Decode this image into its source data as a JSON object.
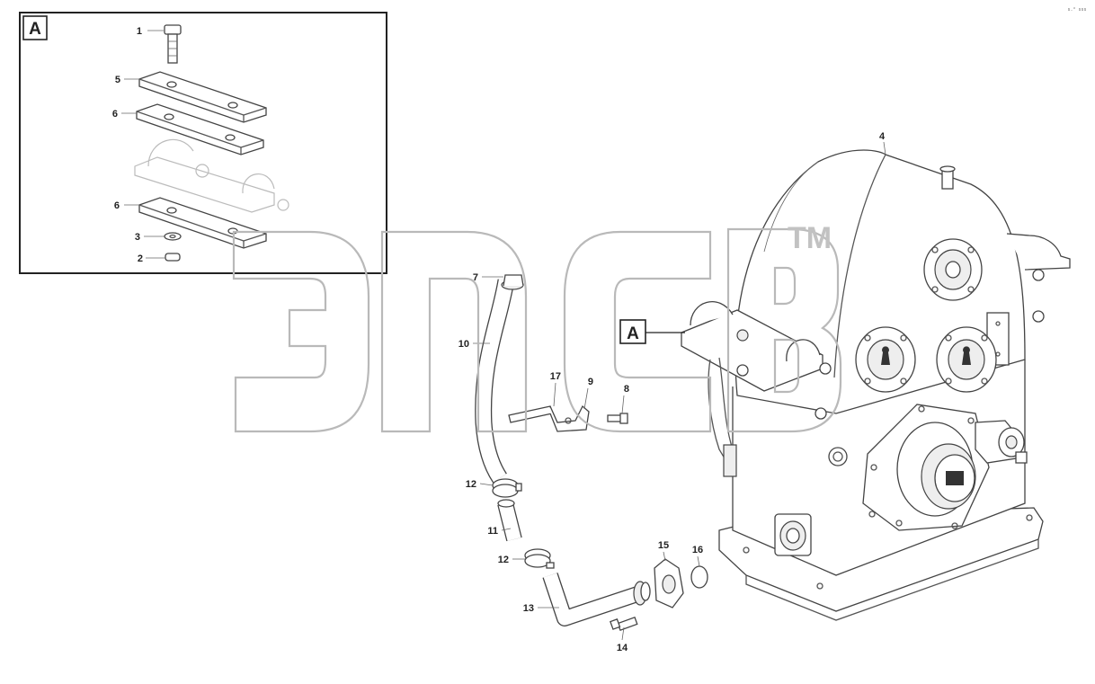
{
  "inset": {
    "label": "A"
  },
  "callout": {
    "label": "A"
  },
  "watermark": {
    "text": "эпсв",
    "tm": "TM"
  },
  "corner_code": "s.° sss",
  "labels": {
    "p1": "1",
    "p2": "2",
    "p3": "3",
    "p4": "4",
    "p5": "5",
    "p6a": "6",
    "p6b": "6",
    "p7": "7",
    "p8": "8",
    "p9": "9",
    "p10": "10",
    "p11": "11",
    "p12a": "12",
    "p12b": "12",
    "p13": "13",
    "p14": "14",
    "p15": "15",
    "p16": "16",
    "p17": "17"
  },
  "colors": {
    "ink": "#444444",
    "watermark": "#b9b9b9",
    "frame": "#222222"
  }
}
